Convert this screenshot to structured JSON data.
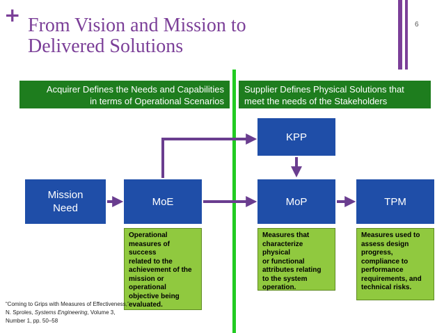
{
  "header": {
    "plus": "+",
    "title_line1": "From Vision and Mission to",
    "title_line2": "Delivered Solutions",
    "page_number": "6"
  },
  "banners": {
    "acquirer_line1": "Acquirer Defines the Needs and Capabilities",
    "acquirer_line2": "in terms of Operational Scenarios",
    "supplier_line1": "Supplier Defines Physical Solutions that",
    "supplier_line2": "meet the needs of the Stakeholders"
  },
  "nodes": {
    "mission_line1": "Mission",
    "mission_line2": "Need",
    "moe": "MoE",
    "mop": "MoP",
    "tpm": "TPM",
    "kpp": "KPP"
  },
  "notes": {
    "moe": [
      "Operational",
      "measures of success",
      "related to the",
      "achievement of the",
      "mission or",
      "operational",
      "objective being",
      "evaluated."
    ],
    "mop": [
      "Measures that",
      "characterize physical",
      "or functional",
      "attributes relating",
      "to the system",
      "operation."
    ],
    "tpm": [
      "Measures used to",
      "assess design",
      "progress,",
      "compliance to",
      "performance",
      "requirements,  and",
      "technical risks."
    ]
  },
  "citation": {
    "quote": "“Coming to Grips with Measures of Effectiveness,” N. Sproles, ",
    "journal": "Systems Engineering",
    "details": ", Volume 3, Number 1, pp. 50–58"
  },
  "colors": {
    "accent_purple": "#7b3f98",
    "banner_green": "#1e7d1e",
    "divider_green": "#22cc22",
    "box_blue": "#1f4ea8",
    "note_green": "#90c93f",
    "arrow_purple": "#6a3d8f"
  }
}
